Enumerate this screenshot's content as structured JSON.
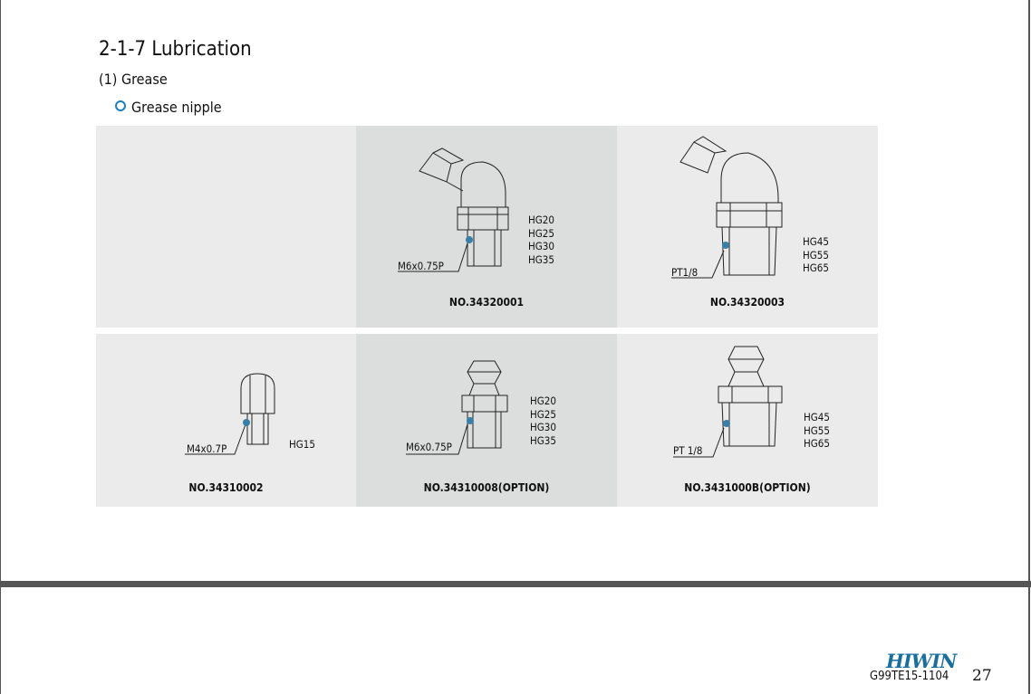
{
  "header": {
    "section": "2-1-7 Lubrication",
    "sub": "(1) Grease",
    "item": "Grease nipple"
  },
  "cells": [
    {
      "thread": "",
      "models": "",
      "part": ""
    },
    {
      "thread": "M6x0.75P",
      "models": [
        "HG20",
        "HG25",
        "HG30",
        "HG35"
      ],
      "part": "NO.34320001"
    },
    {
      "thread": "PT1/8",
      "models": [
        "HG45",
        "HG55",
        "HG65"
      ],
      "part": "NO.34320003"
    },
    {
      "thread": "M4x0.7P",
      "models": [
        "HG15"
      ],
      "part": "NO.34310002"
    },
    {
      "thread": "M6x0.75P",
      "models": [
        "HG20",
        "HG25",
        "HG30",
        "HG35"
      ],
      "part": "NO.34310008(OPTION)"
    },
    {
      "thread": "PT 1/8",
      "models": [
        "HG45",
        "HG55",
        "HG65"
      ],
      "part": "NO.3431000B(OPTION)"
    }
  ],
  "footer": {
    "brand": "HIWIN",
    "doc_code": "G99TE15-1104",
    "page": "27"
  },
  "colors": {
    "accent": "#1a7fc1",
    "dot": "#3a7fa6",
    "brand": "#1b6f9c"
  }
}
